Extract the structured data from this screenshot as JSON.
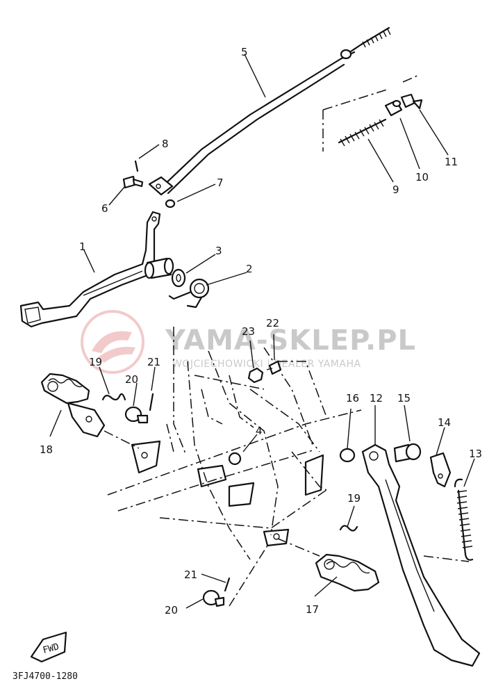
{
  "watermark": {
    "title": "YAMA-SKLEP.PL",
    "subtitle": "WOJCIECHOWICKI | DEALER YAMAHA",
    "logo_color": "#e8a0a0",
    "text_color": "#c9c9c9"
  },
  "diagram_code": "3FJ4700-1280",
  "fwd_label": "FWD",
  "callouts": [
    "1",
    "2",
    "3",
    "4",
    "5",
    "6",
    "7",
    "8",
    "9",
    "10",
    "11",
    "12",
    "13",
    "14",
    "15",
    "16",
    "17",
    "18",
    "19",
    "19",
    "20",
    "20",
    "21",
    "21",
    "22",
    "23"
  ]
}
